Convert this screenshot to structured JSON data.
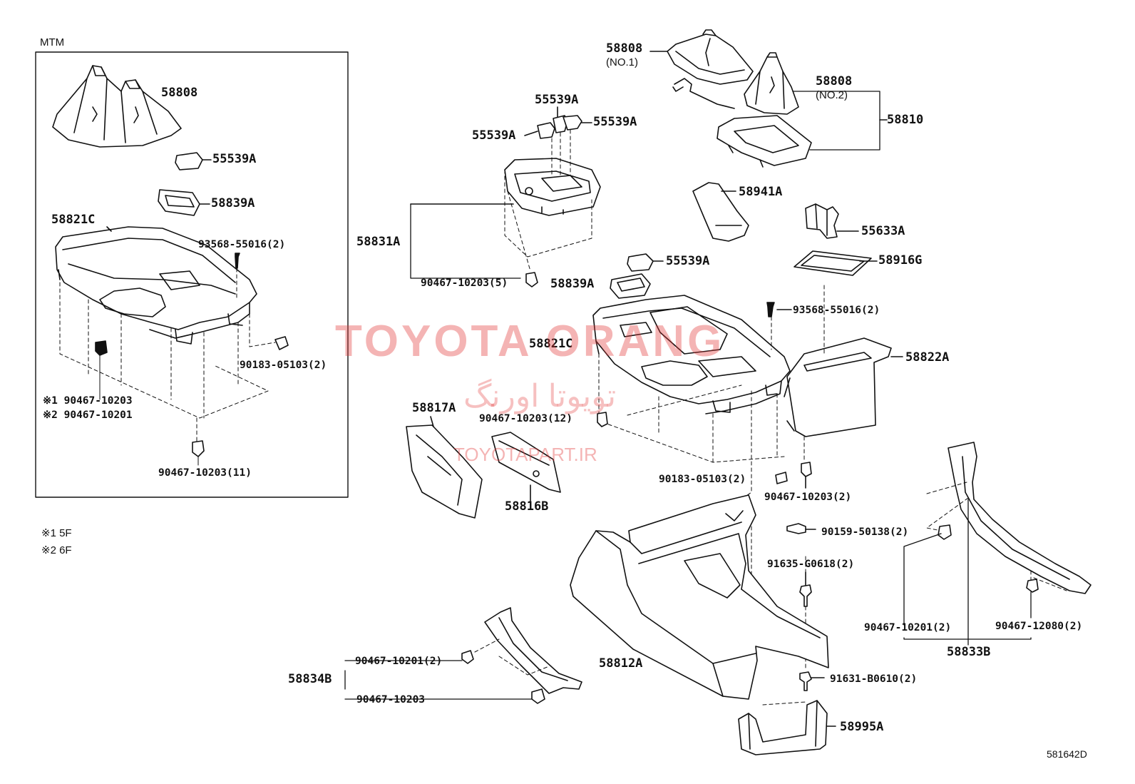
{
  "inset": {
    "title": "MTM",
    "labels": {
      "l58808": "58808",
      "l55539a": "55539A",
      "l58839a": "58839A",
      "l58821c": "58821C",
      "l93568": "93568-55016(2)",
      "l90183": "90183-05103(2)",
      "l1": "※1 90467-10203",
      "l2": "※2 90467-10201",
      "l90467_11": "90467-10203(11)"
    }
  },
  "notes": {
    "n1": "※1 5F",
    "n2": "※2 6F"
  },
  "main": {
    "labels": {
      "l58808_1": "58808",
      "l58808_1b": "(NO.1)",
      "l58808_2": "58808",
      "l58808_2b": "(NO.2)",
      "l58810": "58810",
      "l55539a_top": "55539A",
      "l55539a_left": "55539A",
      "l55539a_right": "55539A",
      "l58831a": "58831A",
      "l90467_5": "90467-10203(5)",
      "l58941a": "58941A",
      "l55633a": "55633A",
      "l58916g": "58916G",
      "l55539a_mid": "55539A",
      "l58839a": "58839A",
      "l93568": "93568-55016(2)",
      "l58821c": "58821C",
      "l58822a": "58822A",
      "l58817a": "58817A",
      "l90467_12": "90467-10203(12)",
      "l58816b": "58816B",
      "l90183": "90183-05103(2)",
      "l90467_2": "90467-10203(2)",
      "l90159": "90159-50138(2)",
      "l91635": "91635-G0618(2)",
      "l90467_10201_right": "90467-10201(2)",
      "l90467_12080": "90467-12080(2)",
      "l58833b": "58833B",
      "l58812a": "58812A",
      "l90467_10201_left": "90467-10201(2)",
      "l58834b": "58834B",
      "l90467_10203_b": "90467-10203",
      "l91631": "91631-B0610(2)",
      "l58995a": "58995A"
    }
  },
  "watermark": {
    "brand": "TOYOTA ORANG",
    "farsi": "تویوتا اورنگ",
    "site": "TOYOTAPART.IR"
  },
  "diagram_id": "581642D",
  "colors": {
    "ink": "#111111",
    "watermark": "#e23a3a"
  }
}
